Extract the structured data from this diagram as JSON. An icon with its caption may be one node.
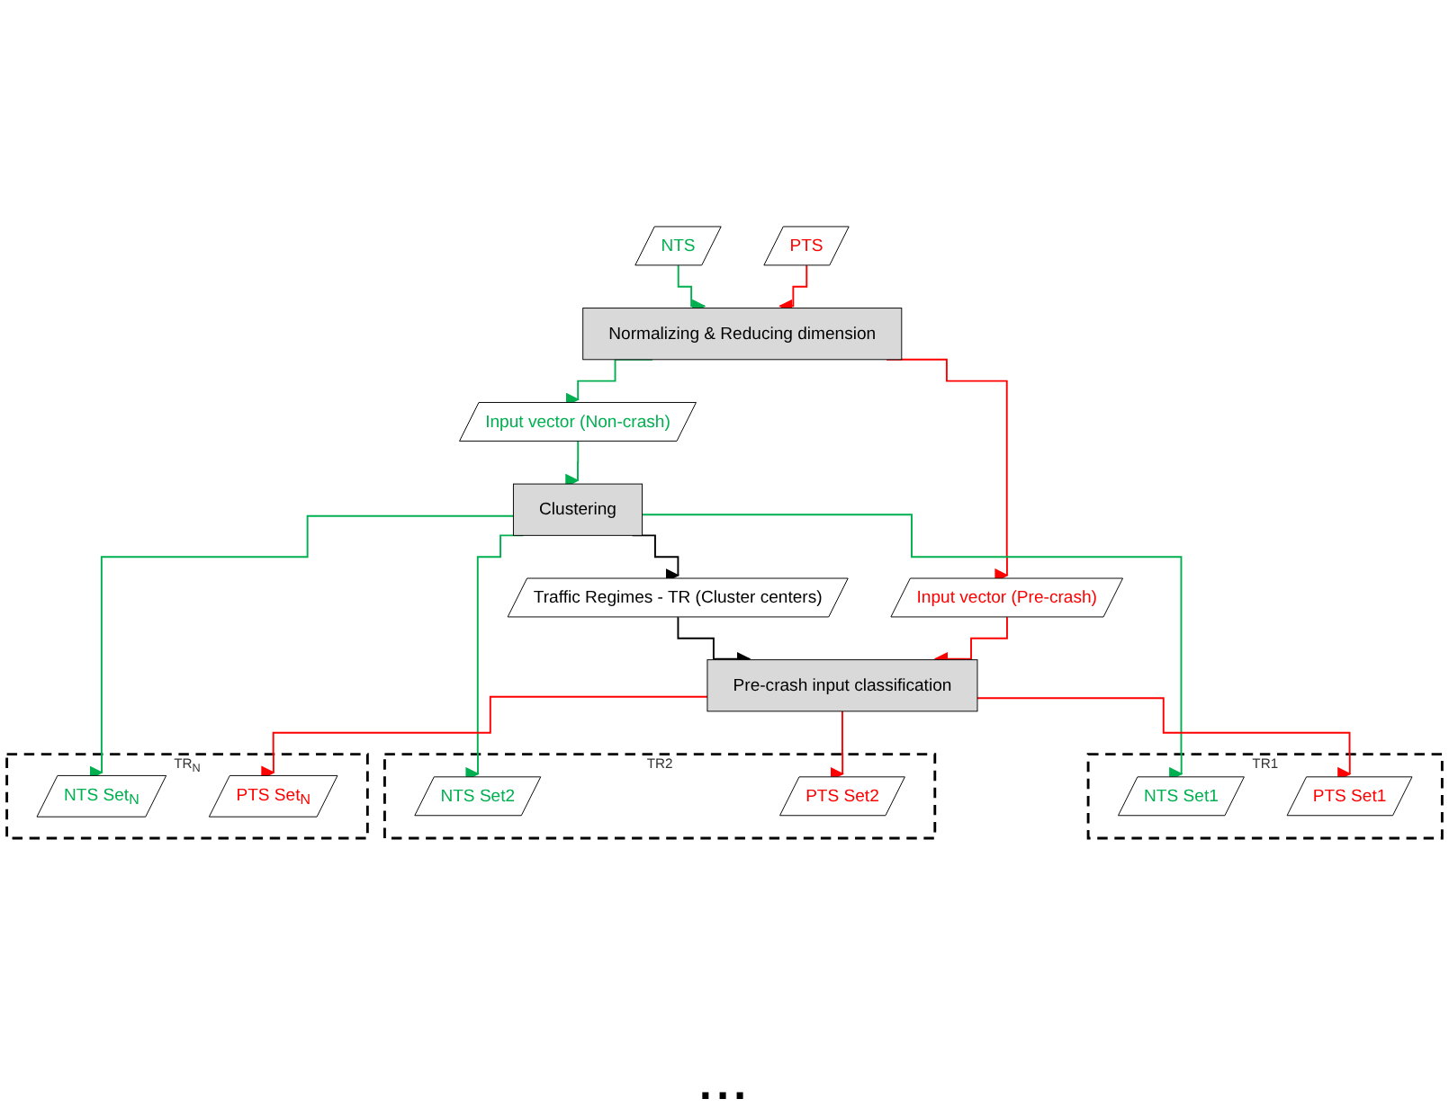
{
  "diagram": {
    "nodes": [
      {
        "text": [
          "NTS"
        ]
      },
      {
        "text": [
          "PTS"
        ]
      },
      {
        "text": [
          "Normalizing & Reducing dimension"
        ]
      },
      {
        "text": [
          "Input vector (Non-crash)"
        ]
      },
      {
        "text": [
          "Input vector (Pre-crash)"
        ]
      },
      {
        "text": [
          "Clustering"
        ]
      },
      {
        "text": [
          "Traffic Regimes - TR (Cluster centers)"
        ]
      },
      {
        "text": [
          "Pre-crash input classification"
        ]
      },
      {
        "text": [
          "TR1"
        ]
      },
      {
        "text": [
          "NTS Set1"
        ],
        "in": 8
      },
      {
        "text": [
          "PTS Set1"
        ],
        "in": 8
      },
      {
        "text": [
          "TR2"
        ]
      },
      {
        "text": [
          "NTS Set2"
        ],
        "in": 11
      },
      {
        "text": [
          "PTS Set2"
        ],
        "in": 11
      },
      {
        "text": [
          "TR$_{N}$"
        ]
      },
      {
        "text": [
          "NTS Set$_{N}$"
        ],
        "in": 14
      },
      {
        "text": [
          "PTS Set$_{N}$"
        ],
        "in": 14
      }
    ],
    "edges": [
      {
        "from": 0,
        "to": 2,
        "arrow": "to",
        "color": "#00b050"
      },
      {
        "from": 1,
        "to": 2,
        "arrow": "to",
        "color": "#ff0000"
      },
      {
        "from": 2,
        "to": 3,
        "arrow": "to",
        "color": "#00b050"
      },
      {
        "from": 2,
        "to": 4,
        "arrow": "to",
        "color": "#ff0000"
      },
      {
        "from": 3,
        "to": 5,
        "arrow": "to",
        "color": "#00b050"
      },
      {
        "from": 5,
        "to": 6,
        "arrow": "to",
        "color": "#000000"
      },
      {
        "from": 6,
        "to": 7,
        "arrow": "to",
        "color": "#000000"
      },
      {
        "from": 4,
        "to": 7,
        "arrow": "to",
        "color": "#ff0000"
      },
      {
        "from": 5,
        "to": 9,
        "arrow": "to",
        "color": "#00b050"
      },
      {
        "from": 5,
        "to": 12,
        "arrow": "to",
        "color": "#00b050"
      },
      {
        "from": 5,
        "to": 15,
        "arrow": "to",
        "color": "#00b050"
      },
      {
        "from": 7,
        "to": 10,
        "arrow": "to",
        "color": "#ff0000"
      },
      {
        "from": 7,
        "to": 13,
        "arrow": "to",
        "color": "#ff0000"
      },
      {
        "from": 7,
        "to": 16,
        "arrow": "to",
        "color": "#ff0000"
      }
    ],
    "labels": [
      "..."
    ]
  }
}
